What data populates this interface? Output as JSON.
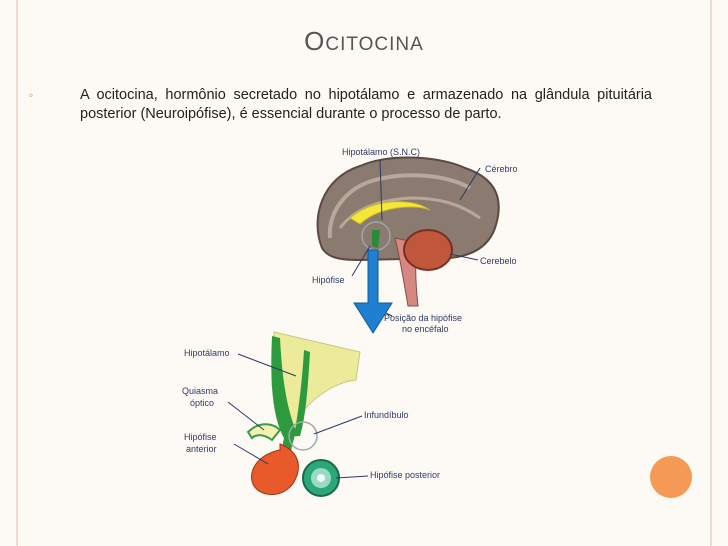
{
  "slide": {
    "title_first": "O",
    "title_rest": "citocina",
    "bullet_marker": "◦",
    "bullet_text": "A ocitocina, hormônio secretado no hipotálamo e armazenado na glândula pituitária posterior (Neuroipófise), é essencial durante o processo de parto."
  },
  "brain_labels": {
    "hipotalamo_snc": "Hipotálamo (S.N.C)",
    "cerebro": "Cérebro",
    "cerebelo": "Cerebelo",
    "hipofise": "Hipófise",
    "posicao_line1": "Posição da hipófise",
    "posicao_line2": "no encéfalo"
  },
  "pituitary_labels": {
    "hipotalamo": "Hipotálamo",
    "quiasma_line1": "Quiasma",
    "quiasma_line2": "óptico",
    "hipofise_anterior_line1": "Hipófise",
    "hipofise_anterior_line2": "anterior",
    "infundibulo": "Infundíbulo",
    "hipofise_posterior": "Hipófise posterior"
  },
  "colors": {
    "accent": "#f59a55",
    "label": "#2b3a66",
    "arrow": "#1f7fd0"
  }
}
